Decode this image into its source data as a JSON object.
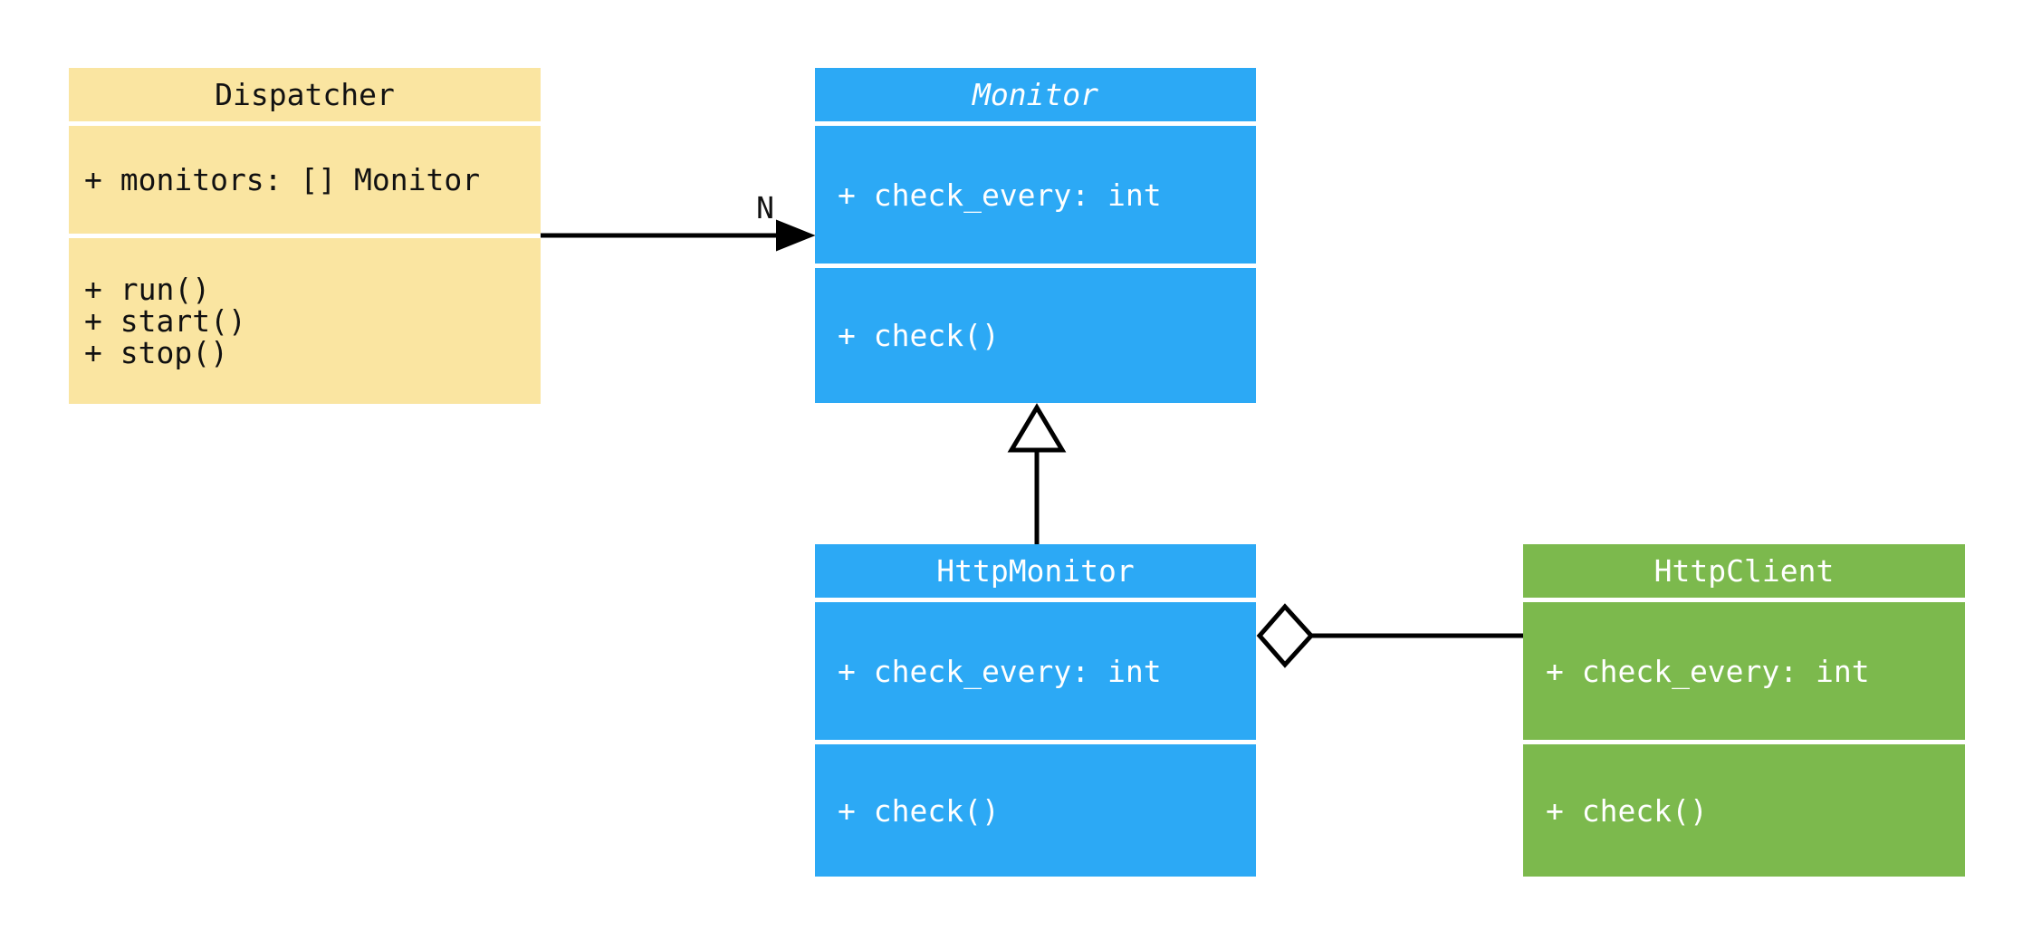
{
  "diagram": {
    "kind": "uml-class-diagram",
    "background_color": "#FFFFFF",
    "edge_color": "#000000"
  },
  "classes": [
    {
      "name": "Dispatcher",
      "abstract": false,
      "attributes": [
        "+ monitors: [] Monitor"
      ],
      "methods": [
        "+ run()",
        "+ start()",
        "+ stop()"
      ],
      "fill": "#FAE5A1",
      "text_color": "#111111"
    },
    {
      "name": "Monitor",
      "abstract": true,
      "attributes": [
        "+ check_every: int"
      ],
      "methods": [
        "+ check()"
      ],
      "fill": "#2CA9F5",
      "text_color": "#FFFFFF"
    },
    {
      "name": "HttpMonitor",
      "abstract": false,
      "attributes": [
        "+ check_every: int"
      ],
      "methods": [
        "+ check()"
      ],
      "fill": "#2CA9F5",
      "text_color": "#FFFFFF"
    },
    {
      "name": "HttpClient",
      "abstract": false,
      "attributes": [
        "+ check_every: int"
      ],
      "methods": [
        "+ check()"
      ],
      "fill": "#7CB94D",
      "text_color": "#FFFFFF"
    }
  ],
  "relationships": [
    {
      "from": "Dispatcher",
      "to": "Monitor",
      "type": "directed-association",
      "arrow": "filled-arrowhead",
      "label": "N"
    },
    {
      "from": "HttpMonitor",
      "to": "Monitor",
      "type": "inheritance",
      "arrow": "hollow-triangle",
      "label": ""
    },
    {
      "from": "HttpMonitor",
      "to": "HttpClient",
      "type": "aggregation",
      "arrow": "hollow-diamond",
      "label": ""
    }
  ]
}
